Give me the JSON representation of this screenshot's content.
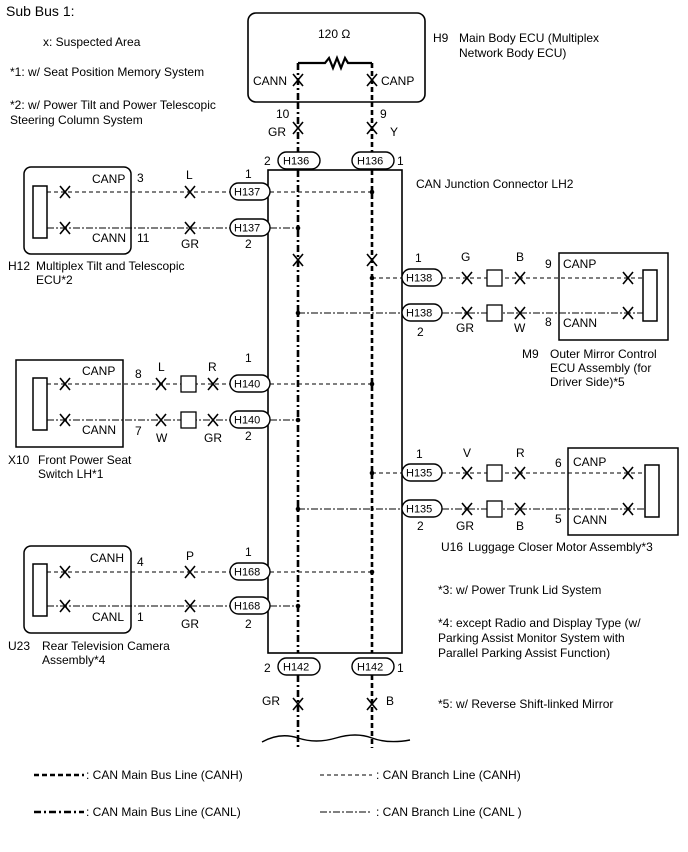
{
  "title": "Sub Bus 1:",
  "notes": {
    "x": "x: Suspected Area",
    "n1": "*1: w/ Seat Position Memory System",
    "n2a": "*2: w/ Power Tilt and Power Telescopic",
    "n2b": "Steering Column System",
    "n3": "*3: w/ Power Trunk Lid System",
    "n4a": "*4: except Radio and Display Type (w/",
    "n4b": "Parking Assist Monitor System with",
    "n4c": "Parallel Parking Assist Function)",
    "n5": "*5: w/ Reverse Shift-linked Mirror"
  },
  "ecu_main": {
    "code": "H9",
    "name1": "Main Body ECU (Multiplex",
    "name2": "Network Body ECU)",
    "resistor": "120 Ω",
    "cann": "CANN",
    "canp": "CANP",
    "pin_left": "10",
    "pin_right": "9",
    "wire_left": "GR",
    "wire_right": "Y"
  },
  "junction": {
    "name": "CAN Junction Connector LH2",
    "top_left": "H136",
    "top_right": "H136",
    "top_pin_left": "2",
    "top_pin_right": "1",
    "bot_left": "H142",
    "bot_right": "H142",
    "bot_pin_left": "2",
    "bot_pin_right": "1",
    "bot_wire_left": "GR",
    "bot_wire_right": "B"
  },
  "h12": {
    "code": "H12",
    "name1": "Multiplex Tilt and Telescopic",
    "name2": "ECU*2",
    "canp": "CANP",
    "cann": "CANN",
    "pin_a": "3",
    "pin_b": "11",
    "wire_a": "L",
    "wire_b": "GR",
    "conn_a": "H137",
    "conn_b": "H137",
    "cpin_a": "1",
    "cpin_b": "2"
  },
  "x10": {
    "code": "X10",
    "name1": "Front Power Seat",
    "name2": "Switch LH*1",
    "canp": "CANP",
    "cann": "CANN",
    "pin_a": "8",
    "pin_b": "7",
    "wire_a1": "L",
    "wire_a2": "R",
    "wire_b1": "W",
    "wire_b2": "GR",
    "conn_a": "H140",
    "conn_b": "H140",
    "cpin_a": "1",
    "cpin_b": "2"
  },
  "u23": {
    "code": "U23",
    "name1": "Rear Television Camera",
    "name2": "Assembly*4",
    "canh": "CANH",
    "canl": "CANL",
    "pin_a": "4",
    "pin_b": "1",
    "wire_a": "P",
    "wire_b": "GR",
    "conn_a": "H168",
    "conn_b": "H168",
    "cpin_a": "1",
    "cpin_b": "2"
  },
  "m9": {
    "code": "M9",
    "name1": "Outer Mirror Control",
    "name2": "ECU Assembly (for",
    "name3": "Driver Side)*5",
    "canp": "CANP",
    "cann": "CANN",
    "pin_a": "9",
    "pin_b": "8",
    "wire_a1": "G",
    "wire_a2": "B",
    "wire_b1": "GR",
    "wire_b2": "W",
    "conn_a": "H138",
    "conn_b": "H138",
    "cpin_a": "1",
    "cpin_b": "2"
  },
  "u16": {
    "code": "U16",
    "name1": "Luggage Closer Motor Assembly*3",
    "canp": "CANP",
    "cann": "CANN",
    "pin_a": "6",
    "pin_b": "5",
    "wire_a1": "V",
    "wire_a2": "R",
    "wire_b1": "GR",
    "wire_b2": "B",
    "conn_a": "H135",
    "conn_b": "H135",
    "cpin_a": "1",
    "cpin_b": "2"
  },
  "legend": {
    "main_canh": ": CAN Main Bus Line (CANH)",
    "main_canl": ": CAN Main Bus Line (CANL)",
    "branch_canh": ": CAN Branch Line (CANH)",
    "branch_canl": ": CAN Branch Line (CANL )"
  }
}
